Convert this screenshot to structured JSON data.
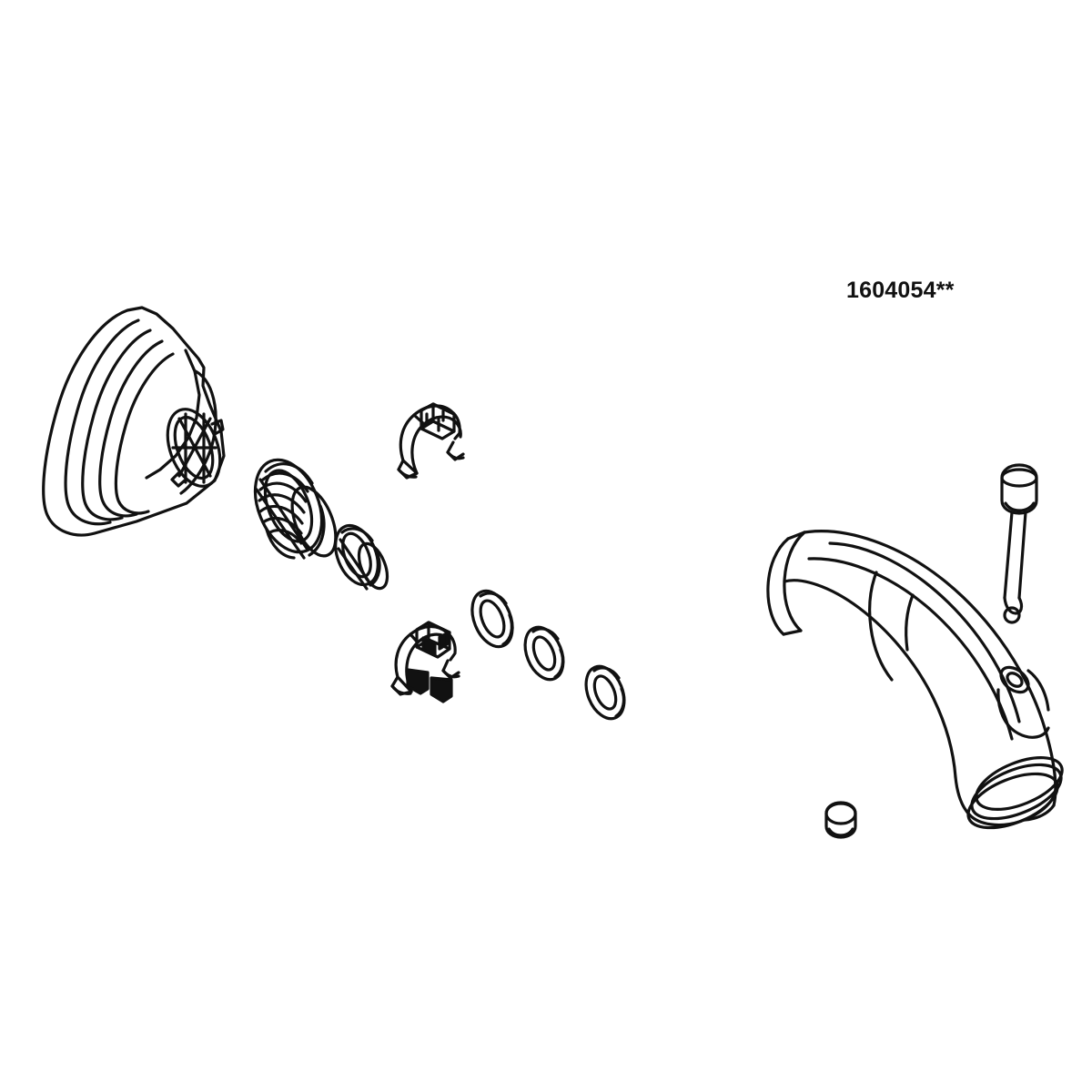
{
  "diagram": {
    "title": "Exploded parts diagram — wall-mount tub spout assembly",
    "background_color": "#ffffff",
    "line_color": "#111111",
    "part_number": "1604054**",
    "parts": [
      {
        "id": "escutcheon",
        "label": "escutcheon-flange"
      },
      {
        "id": "threaded-ring",
        "label": "threaded-collar-ring"
      },
      {
        "id": "small-ring",
        "label": "small-collar-ring"
      },
      {
        "id": "upper-clip",
        "label": "upper-retainer-clip"
      },
      {
        "id": "lower-clip",
        "label": "lower-retainer-clip"
      },
      {
        "id": "oring-1",
        "label": "o-ring-large"
      },
      {
        "id": "oring-2",
        "label": "o-ring-medium"
      },
      {
        "id": "oring-3",
        "label": "o-ring-small"
      },
      {
        "id": "spout",
        "label": "tub-spout-body"
      },
      {
        "id": "setscrew-tool",
        "label": "hex-key-tool"
      },
      {
        "id": "plug-cap",
        "label": "plug-cap"
      }
    ]
  }
}
